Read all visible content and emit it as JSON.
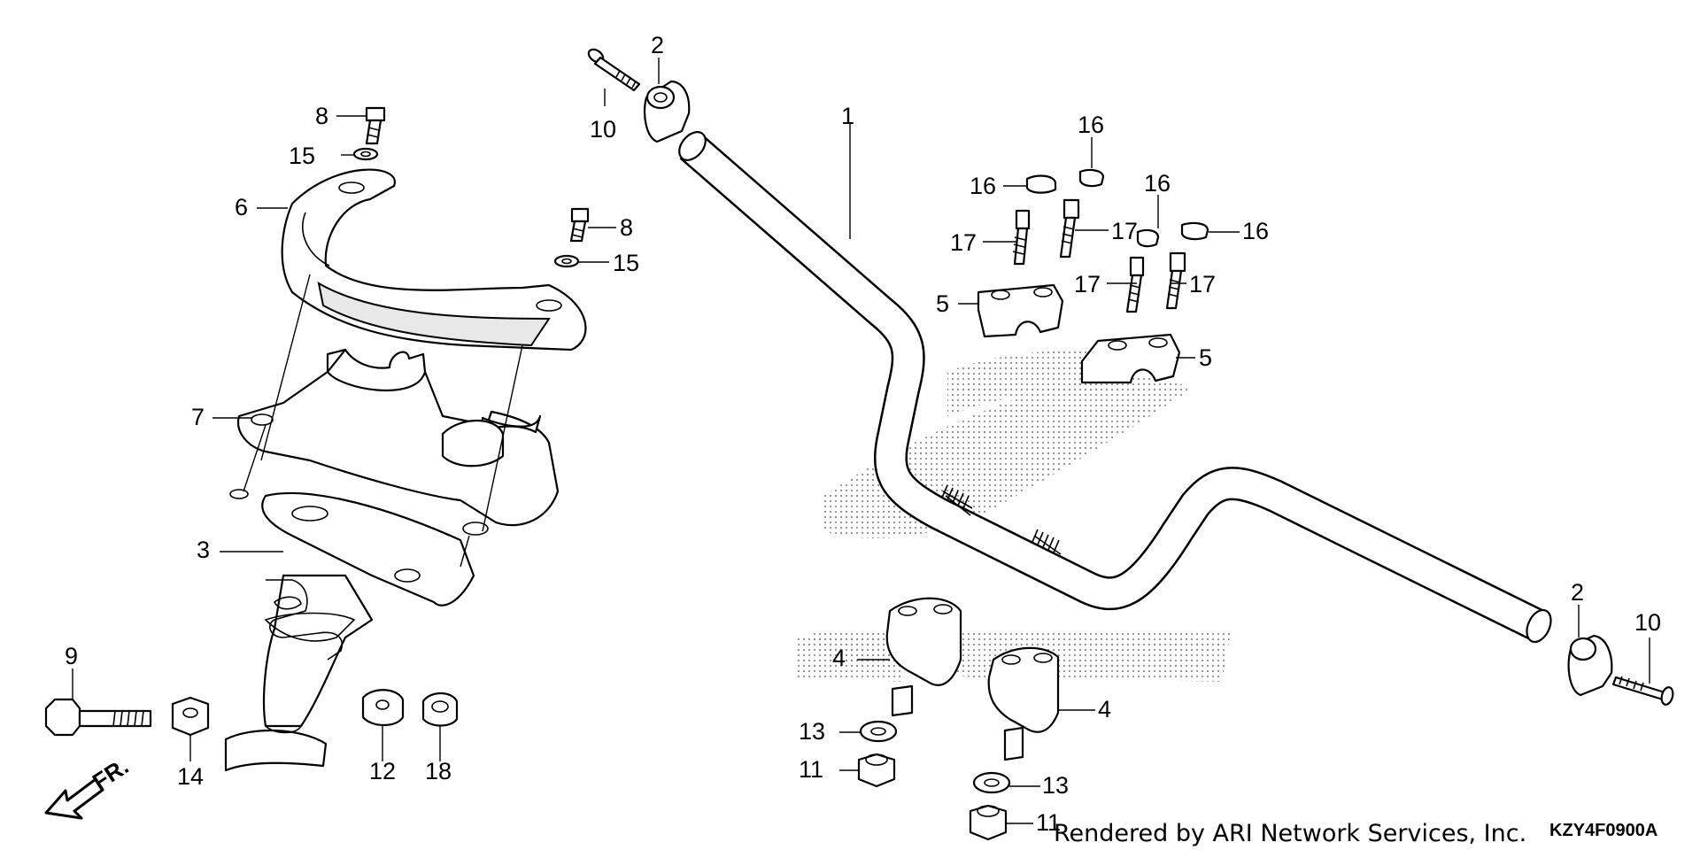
{
  "diagram": {
    "callouts": {
      "c1": "1",
      "c2a": "2",
      "c2b": "2",
      "c3": "3",
      "c4a": "4",
      "c4b": "4",
      "c5a": "5",
      "c5b": "5",
      "c6": "6",
      "c7": "7",
      "c8a": "8",
      "c8b": "8",
      "c9": "9",
      "c10a": "10",
      "c10b": "10",
      "c11a": "11",
      "c11b": "11",
      "c12": "12",
      "c13a": "13",
      "c13b": "13",
      "c14": "14",
      "c15a": "15",
      "c15b": "15",
      "c16a": "16",
      "c16b": "16",
      "c16c": "16",
      "c16d": "16",
      "c17a": "17",
      "c17b": "17",
      "c17c": "17",
      "c17d": "17",
      "c18": "18"
    },
    "front_indicator": "FR.",
    "footer": {
      "credit": "Rendered by ARI Network Services, Inc.",
      "code": "KZY4F0900A"
    }
  }
}
